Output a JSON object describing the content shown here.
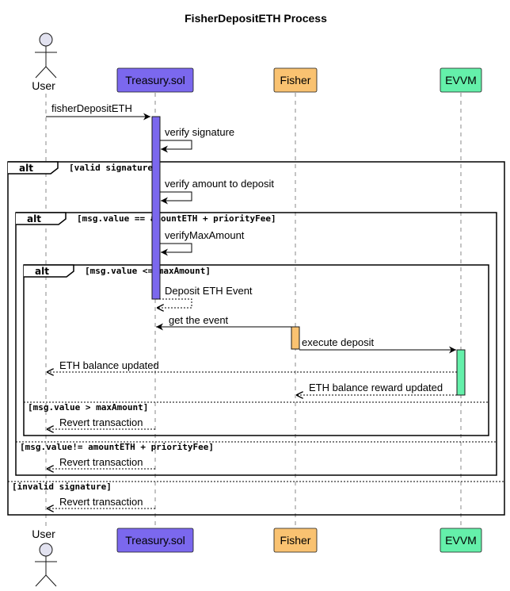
{
  "title": "FisherDepositETH Process",
  "participants": {
    "user": {
      "label": "User"
    },
    "treasury": {
      "label": "Treasury.sol",
      "color": "#7B68EE"
    },
    "fisher": {
      "label": "Fisher",
      "color": "#F9C271"
    },
    "evvm": {
      "label": "EVVM",
      "color": "#64F0AA"
    }
  },
  "messages": {
    "fisherDeposit": "fisherDepositETH",
    "verifySig": "verify signature",
    "verifyAmount": "verify amount to deposit",
    "verifyMax": "verifyMaxAmount",
    "depositEvent": "Deposit ETH Event",
    "getEvent": "get the event",
    "executeDeposit": "execute deposit",
    "balanceUpdated": "ETH balance updated",
    "rewardUpdated": "ETH balance reward updated",
    "revert1": "Revert transaction",
    "revert2": "Revert transaction",
    "revert3": "Revert transaction"
  },
  "fragments": {
    "alt1": {
      "keyword": "alt",
      "guard": "[valid signature]",
      "elseGuard": "[invalid signature]"
    },
    "alt2": {
      "keyword": "alt",
      "guard": "[msg.value == amountETH + priorityFee]",
      "elseGuard": "[msg.value!= amountETH + priorityFee]"
    },
    "alt3": {
      "keyword": "alt",
      "guard": "[msg.value <= maxAmount]",
      "elseGuard": "[msg.value > maxAmount]"
    }
  }
}
